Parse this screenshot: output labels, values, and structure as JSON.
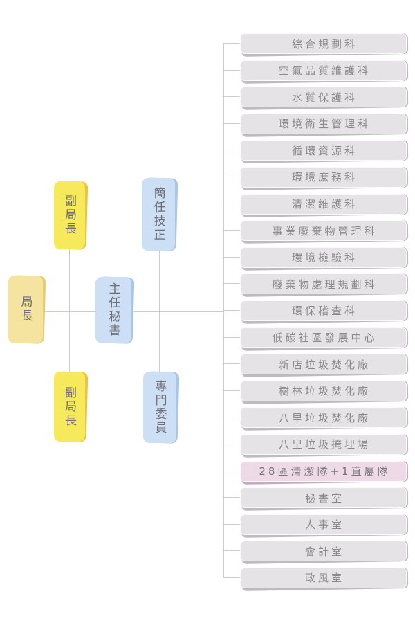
{
  "leadership": {
    "director": "局長",
    "deputy_director_top": "副局長",
    "deputy_director_bottom": "副局長",
    "chief_secretary": "主任秘書",
    "senior_technician": "簡任技正",
    "senior_specialist": "專門委員"
  },
  "departments": [
    {
      "label": "綜合規劃科",
      "highlight": false
    },
    {
      "label": "空氣品質維護科",
      "highlight": false
    },
    {
      "label": "水質保護科",
      "highlight": false
    },
    {
      "label": "環境衛生管理科",
      "highlight": false
    },
    {
      "label": "循環資源科",
      "highlight": false
    },
    {
      "label": "環境庶務科",
      "highlight": false
    },
    {
      "label": "清潔維護科",
      "highlight": false
    },
    {
      "label": "事業廢棄物管理科",
      "highlight": false
    },
    {
      "label": "環境檢驗科",
      "highlight": false
    },
    {
      "label": "廢棄物處理規劃科",
      "highlight": false
    },
    {
      "label": "環保稽查科",
      "highlight": false
    },
    {
      "label": "低碳社區發展中心",
      "highlight": false
    },
    {
      "label": "新店垃圾焚化廠",
      "highlight": false
    },
    {
      "label": "樹林垃圾焚化廠",
      "highlight": false
    },
    {
      "label": "八里垃圾焚化廠",
      "highlight": false
    },
    {
      "label": "八里垃圾掩埋場",
      "highlight": false
    },
    {
      "label": "28區清潔隊+1直屬隊",
      "highlight": true
    },
    {
      "label": "秘書室",
      "highlight": false
    },
    {
      "label": "人事室",
      "highlight": false
    },
    {
      "label": "會計室",
      "highlight": false
    },
    {
      "label": "政風室",
      "highlight": false
    }
  ],
  "colors": {
    "director_fill": "#f5e3a0",
    "director_shadow": "#e9cc6a",
    "deputy_fill": "#f7e95c",
    "deputy_shadow": "#eec52f",
    "staff_fill": "#cddff5",
    "staff_shadow": "#a5c6ee",
    "dept_fill": "#e5e3e5",
    "dept_shadow": "#bdbbbd",
    "highlight_fill": "#eed9e7",
    "highlight_shadow": "#c9a7c2",
    "line": "#cccccc"
  }
}
